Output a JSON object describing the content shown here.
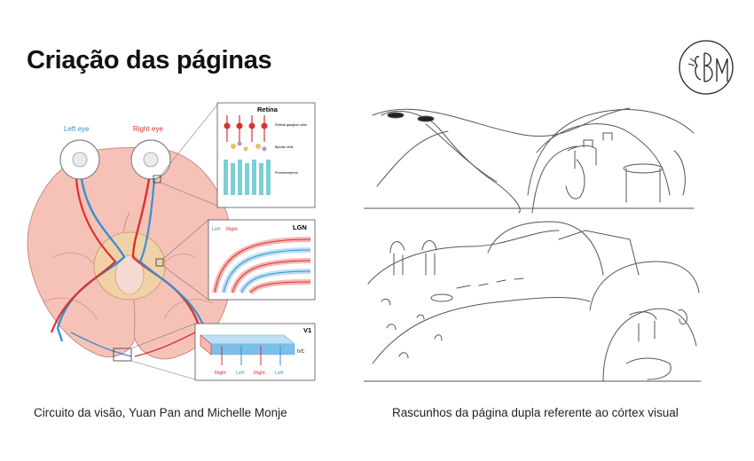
{
  "title": "Criação das páginas",
  "logo": {
    "monogram": "BM"
  },
  "left_figure": {
    "left_eye_label": "Left eye",
    "right_eye_label": "Right eye",
    "retina_panel": {
      "title": "Retina",
      "labels": [
        "Retinal ganglion cells",
        "Bipolar cells",
        "Photoreceptors"
      ]
    },
    "lgn_panel": {
      "title": "LGN",
      "left_label": "Left",
      "right_label": "Right"
    },
    "v1_panel": {
      "title": "V1",
      "layer_label": "IVC",
      "bottom_labels": [
        "Right",
        "Left",
        "Right",
        "Left"
      ]
    },
    "colors": {
      "left": "#3a8fd0",
      "right": "#d9322e",
      "brain": "#f6c2b8"
    }
  },
  "captions": {
    "left": "Circuito da visão, Yuan Pan and Michelle Monje",
    "right": "Rascunhos da página dupla referente ao córtex visual"
  }
}
